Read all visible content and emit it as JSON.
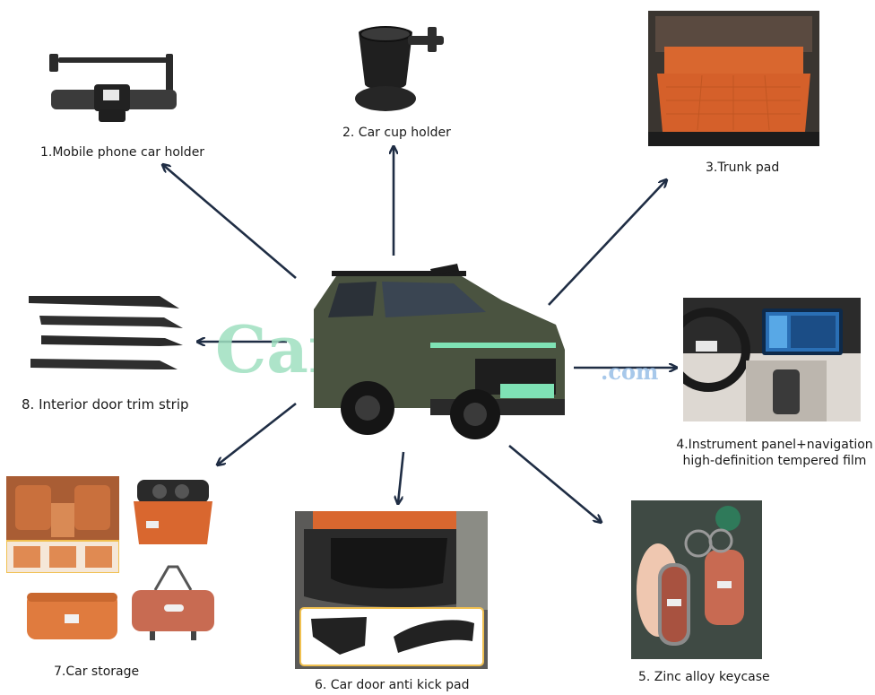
{
  "watermark": {
    "brand": "CarByCart",
    "suffix": ".com",
    "color_green": "#9fe0c0",
    "color_blue": "#9ec3e8"
  },
  "colors": {
    "arrow": "#1f2d44",
    "orange": "#d9672f",
    "dark_orange": "#b9531f",
    "car_body": "#4a5340",
    "plate": "#7fe2b5"
  },
  "items": [
    {
      "id": 1,
      "label": "1.Mobile phone car holder",
      "icon": "phone-holder-icon"
    },
    {
      "id": 2,
      "label": "2. Car cup holder",
      "icon": "cup-holder-icon"
    },
    {
      "id": 3,
      "label": "3.Trunk pad",
      "icon": "trunk-pad-icon"
    },
    {
      "id": 4,
      "label_line1": "4.Instrument panel+navigation",
      "label_line2": "high-definition tempered film",
      "icon": "dashboard-film-icon"
    },
    {
      "id": 5,
      "label": "5. Zinc alloy keycase",
      "icon": "keycase-icon"
    },
    {
      "id": 6,
      "label": "6. Car door anti kick pad",
      "icon": "kick-pad-icon"
    },
    {
      "id": 7,
      "label": "7.Car storage",
      "icon": "storage-box-icon"
    },
    {
      "id": 8,
      "label": "8. Interior door trim strip",
      "icon": "trim-strip-icon"
    }
  ]
}
